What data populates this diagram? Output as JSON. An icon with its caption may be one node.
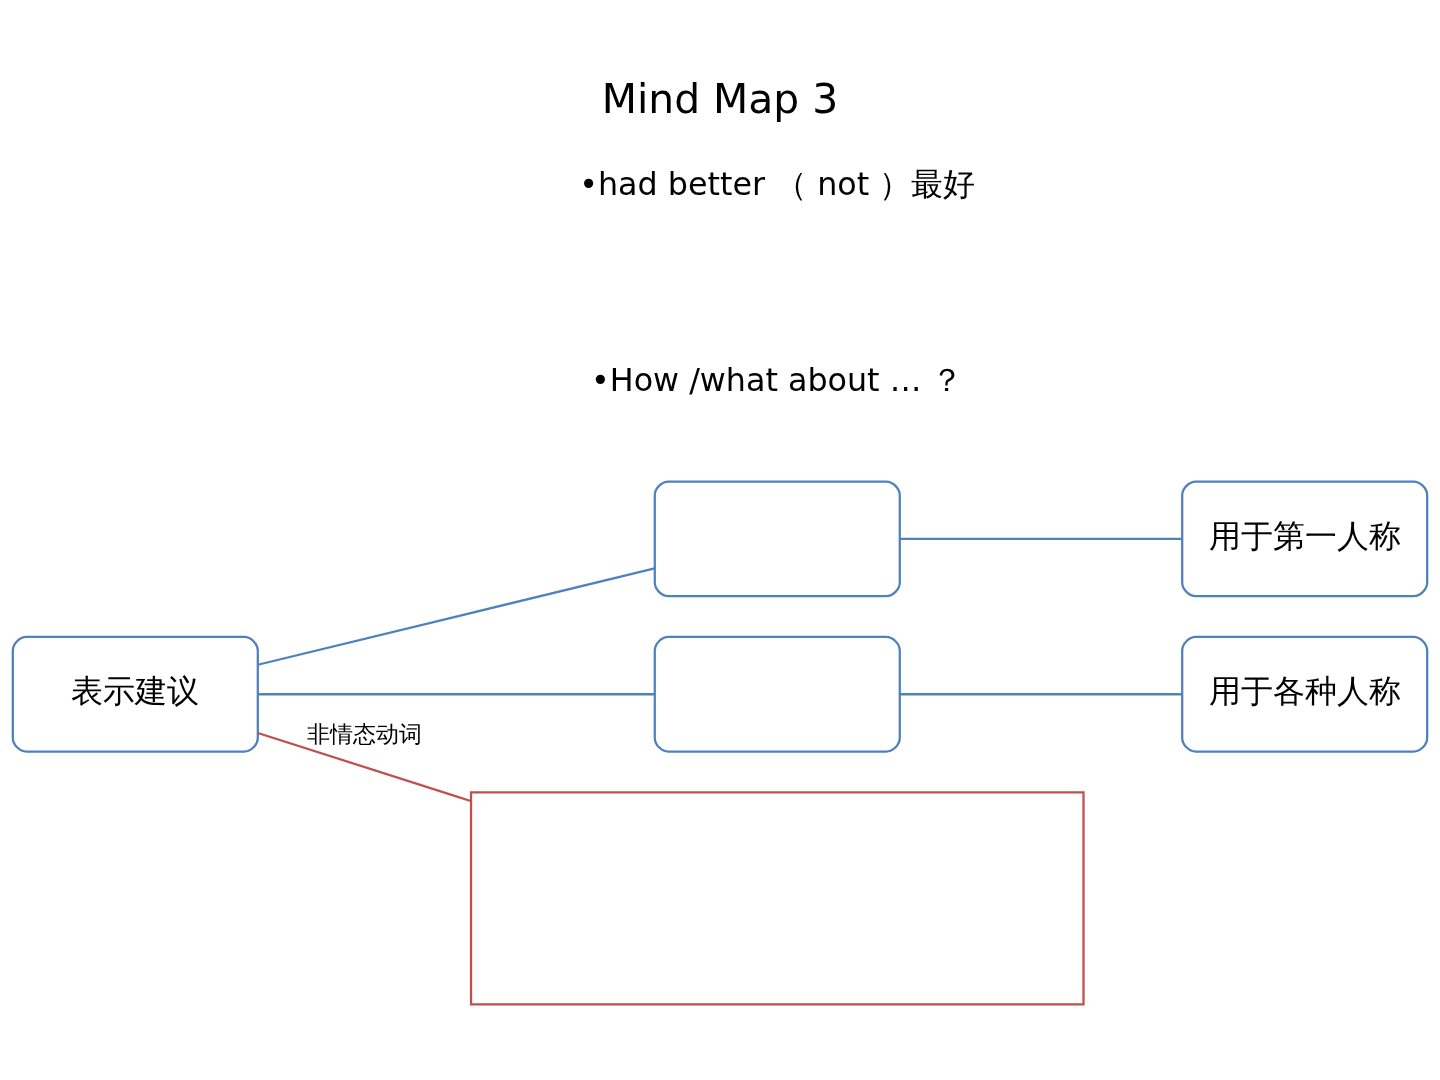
{
  "diagram": {
    "title": "Mind Map 3",
    "nodes": [
      {
        "text": [
          "表示建议"
        ]
      },
      {
        "text": [],
        "shape": "box"
      },
      {
        "text": [
          "用于第一人称"
        ]
      },
      {
        "text": [],
        "shape": "box"
      },
      {
        "text": [
          "用于各种人称"
        ]
      },
      {
        "text": [],
        "shape": "box"
      }
    ],
    "edges": [
      {
        "from": 0,
        "to": 1,
        "arrow": "none"
      },
      {
        "from": 0,
        "to": 3,
        "arrow": "none"
      },
      {
        "from": 1,
        "to": 2,
        "arrow": "none"
      },
      {
        "from": 3,
        "to": 4,
        "arrow": "none"
      },
      {
        "from": 0,
        "to": 5,
        "arrow": "none",
        "label": "非情态动词",
        "color": "#c0504d"
      }
    ],
    "labels": [
      "•had better （ not ）最好",
      "•How /what about … ？"
    ]
  }
}
